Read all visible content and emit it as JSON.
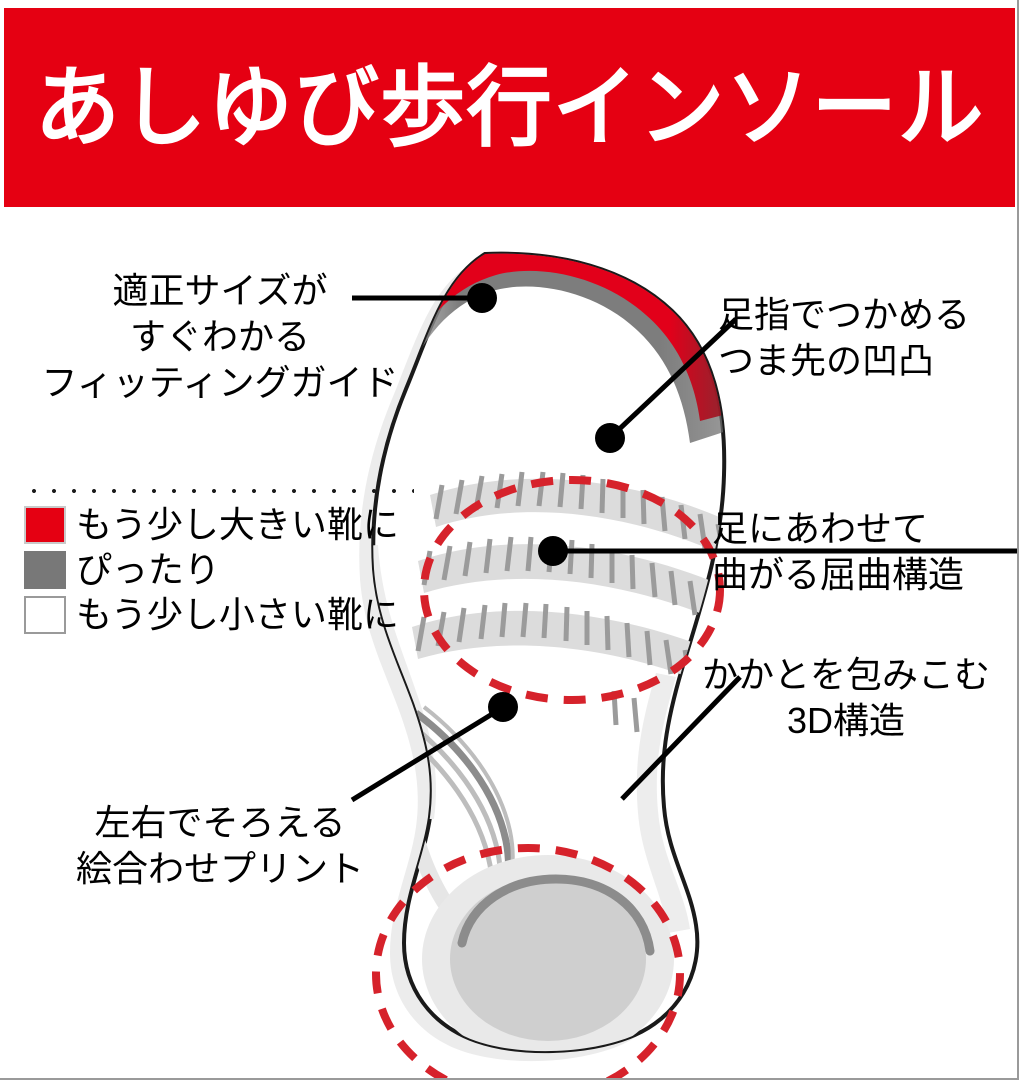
{
  "header": {
    "title": "あしゆび歩行インソール",
    "background_color": "#e50012",
    "text_color": "#ffffff"
  },
  "annotations": {
    "fitting_guide": {
      "name": "fitting-guide",
      "line1": "適正サイズが",
      "line2": "すぐわかる",
      "line3": "フィッティングガイド"
    },
    "toe_grip": {
      "name": "toe-grip",
      "line1": "足指でつかめる",
      "line2": "つま先の凹凸"
    },
    "flex_structure": {
      "name": "flex-structure",
      "line1": "足にあわせて",
      "line2": "曲がる屈曲構造"
    },
    "heel_3d": {
      "name": "heel-3d",
      "line1": "かかとを包みこむ",
      "line2": "3D構造"
    },
    "matching_print": {
      "name": "matching-print",
      "line1": "左右でそろえる",
      "line2": "絵合わせプリント"
    }
  },
  "legend": {
    "items": [
      {
        "color": "#e50012",
        "border": "#c9c9c9",
        "label": "もう少し大きい靴に"
      },
      {
        "color": "#787878",
        "border": "#787878",
        "label": "ぴったり"
      },
      {
        "color": "#ffffff",
        "border": "#9a9a9a",
        "label": "もう少し小さい靴に"
      }
    ]
  },
  "illustration": {
    "insole_outline_color": "#1a1a1a",
    "insole_fill_color": "#ffffff",
    "toe_band_red": "#e2001a",
    "toe_band_gray": "#808080",
    "texture_gray": "#9b9b9b",
    "texture_band": "#dcdcdc",
    "heel_pad_color": "#cfcfcf",
    "arch_arc_color": "#8c8c8c",
    "highlight_circle_color": "#d6222b",
    "shadow_color": "#e8e8e8"
  }
}
